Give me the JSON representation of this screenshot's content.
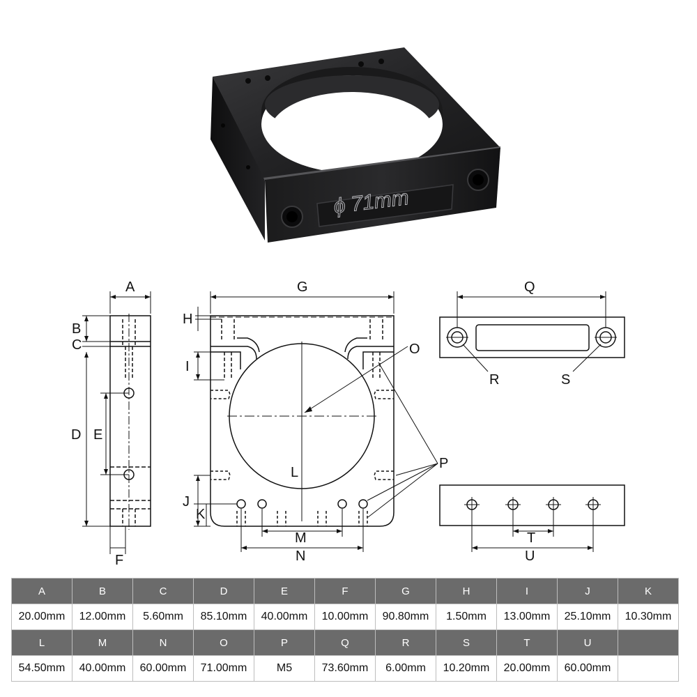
{
  "photo": {
    "engraving": "ϕ 71mm"
  },
  "labels": {
    "A": "A",
    "B": "B",
    "C": "C",
    "D": "D",
    "E": "E",
    "F": "F",
    "G": "G",
    "H": "H",
    "I": "I",
    "J": "J",
    "K": "K",
    "L": "L",
    "M": "M",
    "N": "N",
    "O": "O",
    "P": "P",
    "Q": "Q",
    "R": "R",
    "S": "S",
    "T": "T",
    "U": "U"
  },
  "table": {
    "rows": [
      {
        "headers": [
          "A",
          "B",
          "C",
          "D",
          "E",
          "F",
          "G",
          "H",
          "I",
          "J",
          "K"
        ],
        "values": [
          "20.00mm",
          "12.00mm",
          "5.60mm",
          "85.10mm",
          "40.00mm",
          "10.00mm",
          "90.80mm",
          "1.50mm",
          "13.00mm",
          "25.10mm",
          "10.30mm"
        ]
      },
      {
        "headers": [
          "L",
          "M",
          "N",
          "O",
          "P",
          "Q",
          "R",
          "S",
          "T",
          "U",
          ""
        ],
        "values": [
          "54.50mm",
          "40.00mm",
          "60.00mm",
          "71.00mm",
          "M5",
          "73.60mm",
          "6.00mm",
          "10.20mm",
          "20.00mm",
          "60.00mm",
          ""
        ]
      }
    ]
  }
}
